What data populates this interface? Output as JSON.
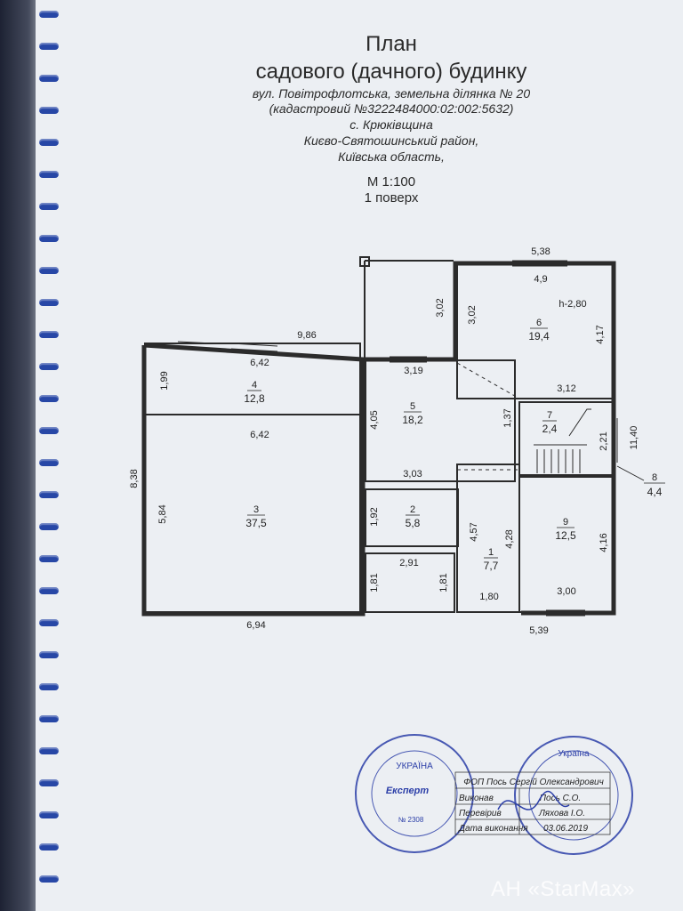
{
  "header": {
    "title": "План",
    "subtitle": "садового (дачного) будинку",
    "address": "вул.  Повітрофлотська, земельна ділянка № 20",
    "cadastral": "(кадастровий №3222484000:02:002:5632)",
    "village": "с. Крюківщина",
    "district": "Києво-Святошинський район,",
    "region": "Київська область,",
    "scale": "М  1:100",
    "floor": "1 поверх"
  },
  "dimensions": {
    "top_538": "5,38",
    "d_49": "4,9",
    "d_302a": "3,02",
    "d_302b": "3,02",
    "h280": "h-2,80",
    "d_417": "4,17",
    "d_986": "9,86",
    "d_642a": "6,42",
    "d_319": "3,19",
    "d_199": "1,99",
    "d_312": "3,12",
    "d_642b": "6,42",
    "d_405": "4,05",
    "d_137": "1,37",
    "d_221": "2,21",
    "d_1140": "11,40",
    "d_838": "8,38",
    "d_303": "3,03",
    "d_584": "5,84",
    "d_192": "1,92",
    "d_457": "4,57",
    "d_428": "4,28",
    "d_416": "4,16",
    "d_291": "2,91",
    "d_181a": "1,81",
    "d_181b": "1,81",
    "d_180": "1,80",
    "d_300": "3,00",
    "d_694": "6,94",
    "d_539": "5,39"
  },
  "rooms": [
    {
      "num": "4",
      "area": "12,8"
    },
    {
      "num": "3",
      "area": "37,5"
    },
    {
      "num": "5",
      "area": "18,2"
    },
    {
      "num": "6",
      "area": "19,4"
    },
    {
      "num": "7",
      "area": "2,4"
    },
    {
      "num": "2",
      "area": "5,8"
    },
    {
      "num": "1",
      "area": "7,7"
    },
    {
      "num": "9",
      "area": "12,5"
    },
    {
      "num": "8",
      "area": "4,4"
    }
  ],
  "stamp": {
    "executor_org": "ФОП Пось Сергій Олександрович",
    "executed_label": "Виконав",
    "executed_name": "Пось С.О.",
    "checked_label": "Перевірив",
    "checked_name": "Ляхова І.О.",
    "date_label": "Дата виконання",
    "date_value": "03.06.2019",
    "left_seal_top": "УКРАЇНА",
    "left_seal_word": "Експерт",
    "left_seal_number": "№ 2308",
    "right_seal_top": "Україна"
  },
  "watermark": "АН «StarMax»"
}
